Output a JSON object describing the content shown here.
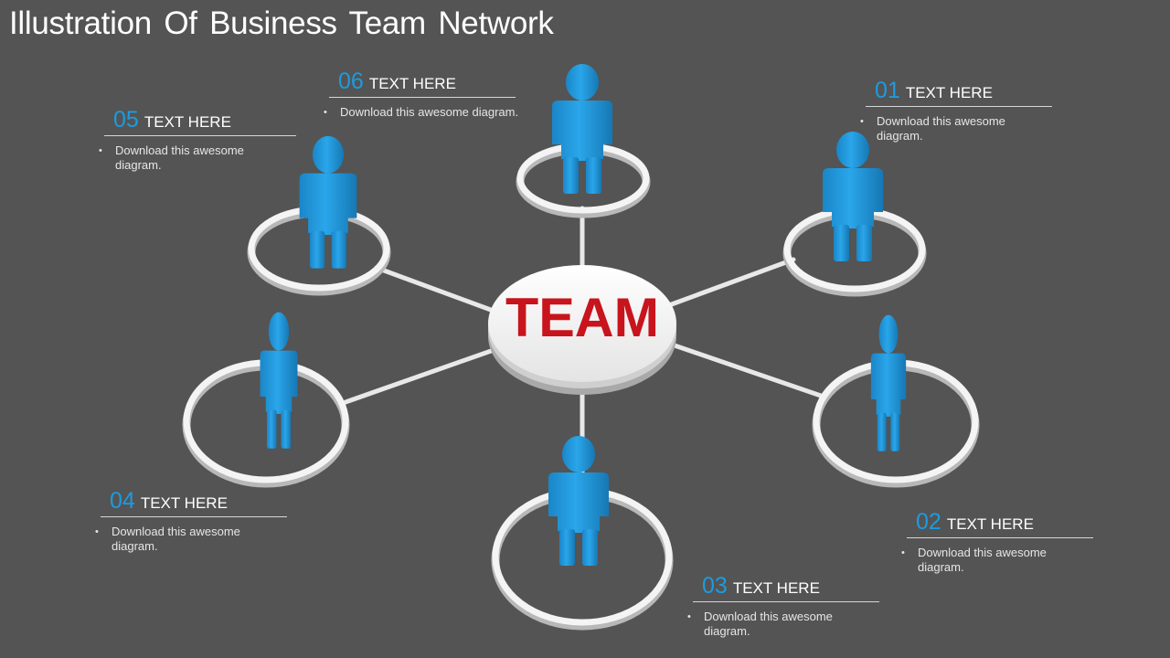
{
  "title": "Illustration Of Business Team Network",
  "center_label": "TEAM",
  "colors": {
    "background": "#545454",
    "accent_blue": "#1c9be0",
    "center_text_red": "#c8141c",
    "ring_white": "#f2f2f2"
  },
  "callouts": [
    {
      "number": "01",
      "title": "TEXT HERE",
      "bullet": "Download this awesome diagram."
    },
    {
      "number": "02",
      "title": "TEXT HERE",
      "bullet": "Download this awesome diagram."
    },
    {
      "number": "03",
      "title": "TEXT HERE",
      "bullet": "Download this awesome diagram."
    },
    {
      "number": "04",
      "title": "TEXT HERE",
      "bullet": "Download this awesome diagram."
    },
    {
      "number": "05",
      "title": "TEXT HERE",
      "bullet": "Download this awesome diagram."
    },
    {
      "number": "06",
      "title": "TEXT HERE",
      "bullet": "Download this awesome diagram."
    }
  ],
  "members": [
    {
      "icon": "person-icon",
      "callout": "06"
    },
    {
      "icon": "person-icon",
      "callout": "01"
    },
    {
      "icon": "person-icon",
      "callout": "05"
    },
    {
      "icon": "person-icon",
      "callout": "04"
    },
    {
      "icon": "person-icon",
      "callout": "02"
    },
    {
      "icon": "person-icon",
      "callout": "03"
    }
  ]
}
